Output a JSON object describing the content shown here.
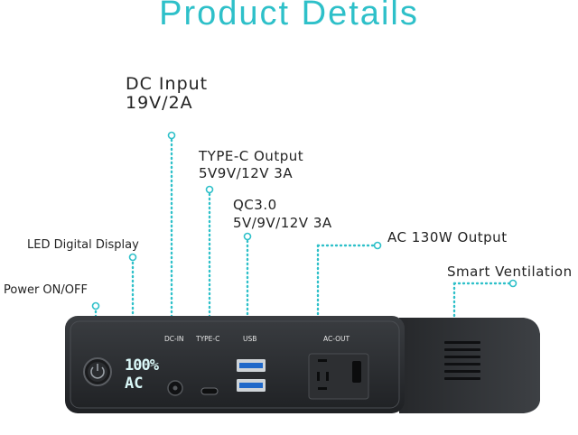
{
  "title": "Product Details",
  "labels": {
    "dc_input_title": "DC Input",
    "dc_input_value": "19V/2A",
    "typec_title": "TYPE-C Output",
    "typec_value": "5V9V/12V 3A",
    "qc_title": "QC3.0",
    "qc_value": "5V/9V/12V 3A",
    "ac_output": "AC 130W Output",
    "led_display": "LED Digital Display",
    "smart_vent": "Smart Ventilation",
    "power": "Power ON/OFF"
  },
  "device": {
    "port_dc": "DC-IN",
    "port_typec": "TYPE-C",
    "port_usb": "USB",
    "port_ac": "AC-OUT",
    "display_top": "100%",
    "display_bottom": "AC"
  },
  "colors": {
    "accent": "#2ec0c9",
    "body": "#2b2d30"
  }
}
